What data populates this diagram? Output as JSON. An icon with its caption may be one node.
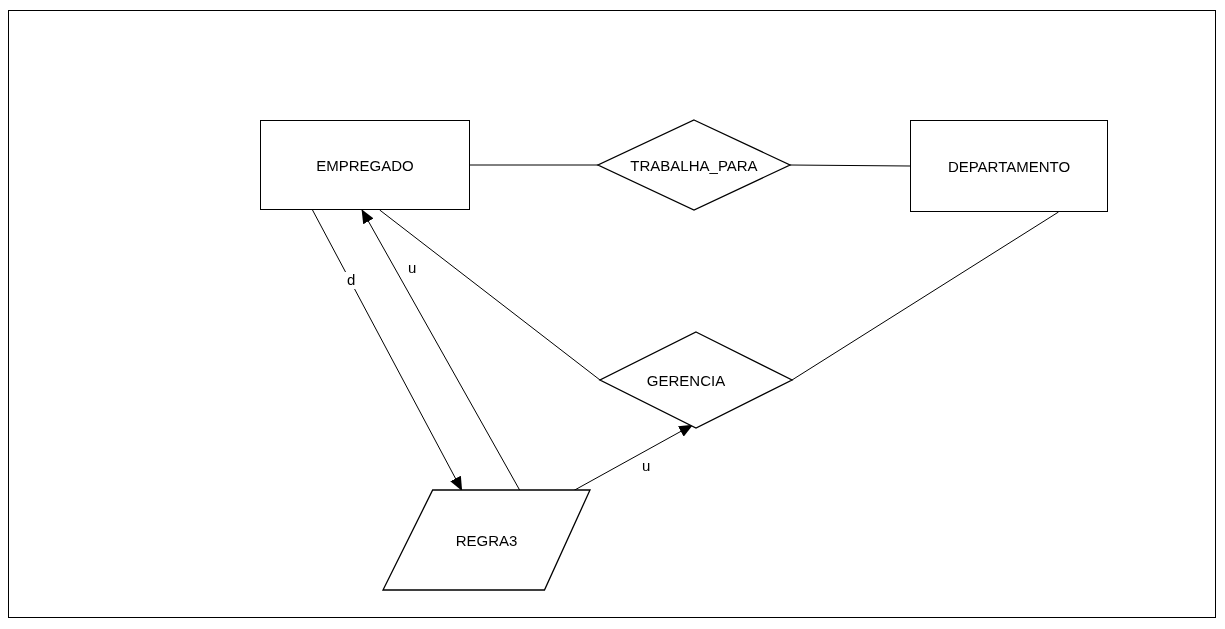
{
  "diagram": {
    "nodes": [
      {
        "text": [
          "EMPREGADO"
        ]
      },
      {
        "text": [
          "TRABALHA_PARA"
        ]
      },
      {
        "text": [
          "DEPARTAMENTO"
        ]
      },
      {
        "text": [
          "GERENCIA"
        ]
      },
      {
        "text": [
          "REGRA3"
        ]
      }
    ],
    "edges": [
      {
        "from": 0,
        "to": 1,
        "arrow": "none"
      },
      {
        "from": 1,
        "to": 2,
        "arrow": "none"
      },
      {
        "from": 0,
        "to": 4,
        "arrow": "to",
        "label": "d"
      },
      {
        "from": 4,
        "to": 0,
        "arrow": "to",
        "label": "u"
      },
      {
        "from": 0,
        "to": 3,
        "arrow": "none"
      },
      {
        "from": 2,
        "to": 3,
        "arrow": "none"
      },
      {
        "from": 4,
        "to": 3,
        "arrow": "to",
        "label": "u"
      }
    ]
  }
}
